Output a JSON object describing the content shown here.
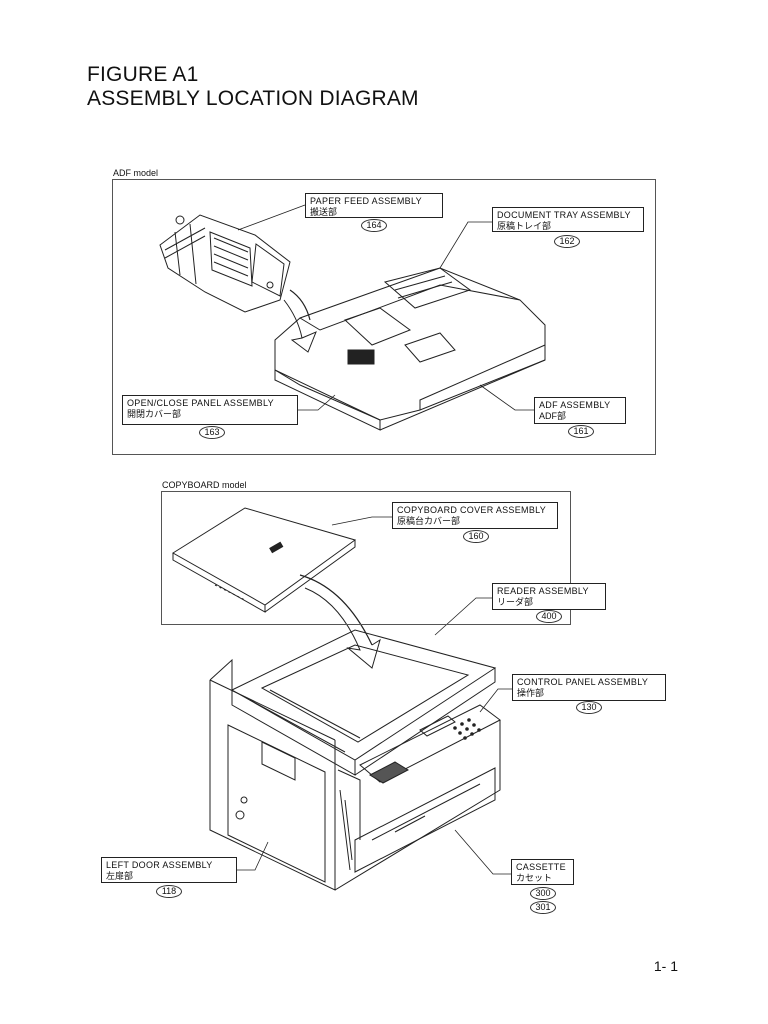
{
  "heading": {
    "line1": "FIGURE A1",
    "line2": "ASSEMBLY LOCATION DIAGRAM"
  },
  "adf_section": {
    "label": "ADF model",
    "callouts": {
      "paper_feed": {
        "en": "PAPER FEED ASSEMBLY",
        "jp": "搬送部",
        "ref": "164"
      },
      "document_tray": {
        "en": "DOCUMENT TRAY ASSEMBLY",
        "jp": "原稿トレイ部",
        "ref": "162"
      },
      "open_close_panel": {
        "en": "OPEN/CLOSE PANEL ASSEMBLY",
        "jp": "開閉カバー部",
        "ref": "163"
      },
      "adf": {
        "en": "ADF ASSEMBLY",
        "jp": "ADF部",
        "ref": "161"
      }
    }
  },
  "copyboard_section": {
    "label": "COPYBOARD model",
    "callouts": {
      "copyboard_cover": {
        "en": "COPYBOARD COVER ASSEMBLY",
        "jp": "原稿台カバー部",
        "ref": "160"
      }
    }
  },
  "main_unit": {
    "callouts": {
      "reader": {
        "en": "READER ASSEMBLY",
        "jp": "リーダ部",
        "ref": "400"
      },
      "control_panel": {
        "en": "CONTROL PANEL ASSEMBLY",
        "jp": "操作部",
        "ref": "130"
      },
      "left_door": {
        "en": "LEFT DOOR ASSEMBLY",
        "jp": "左扉部",
        "ref": "118"
      },
      "cassette": {
        "en": "CASSETTE",
        "jp": "カセット",
        "ref1": "300",
        "ref2": "301"
      }
    }
  },
  "page_number": "1- 1"
}
